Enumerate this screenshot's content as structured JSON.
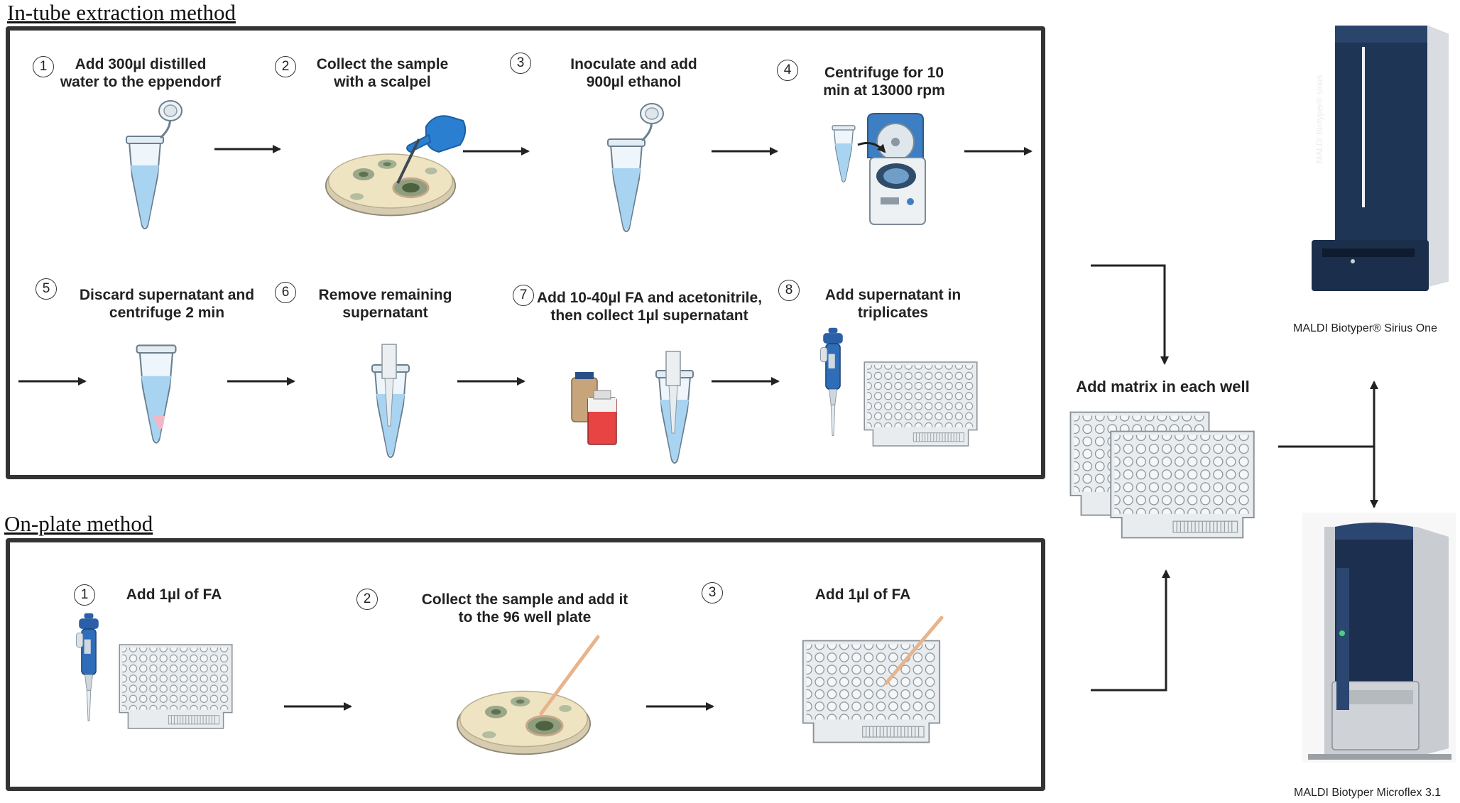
{
  "in_tube": {
    "title": "In-tube extraction method",
    "steps": [
      {
        "num": "1",
        "text": "Add 300µl distilled water to the eppendorf"
      },
      {
        "num": "2",
        "text": "Collect the sample with a scalpel"
      },
      {
        "num": "3",
        "text": "Inoculate and add 900µl ethanol"
      },
      {
        "num": "4",
        "text": "Centrifuge for 10 min at 13000 rpm"
      },
      {
        "num": "5",
        "text": "Discard supernatant and centrifuge 2 min"
      },
      {
        "num": "6",
        "text": "Remove remaining supernatant"
      },
      {
        "num": "7",
        "text": "Add 10-40µl FA and acetonitrile, then collect 1µl supernatant"
      },
      {
        "num": "8",
        "text": "Add supernatant in triplicates"
      }
    ]
  },
  "on_plate": {
    "title": "On-plate method",
    "steps": [
      {
        "num": "1",
        "text": "Add 1µl of FA"
      },
      {
        "num": "2",
        "text": "Collect the sample and add it to the 96 well plate"
      },
      {
        "num": "3",
        "text": "Add 1µl of FA"
      }
    ]
  },
  "matrix": {
    "text": "Add matrix in each well"
  },
  "instruments": {
    "sirius": {
      "caption": "MALDI Biotyper® Sirius One",
      "side_text": "MALDI Biotyper® sirius"
    },
    "microflex": {
      "caption": "MALDI Biotyper Microflex 3.1"
    }
  },
  "colors": {
    "tube_liquid": "#a8d4f2",
    "frame": "#333333",
    "petri": "#efe4c2",
    "colony": "#7c8f6a",
    "instrument": "#1f3556",
    "glove": "#2b7fd1"
  }
}
